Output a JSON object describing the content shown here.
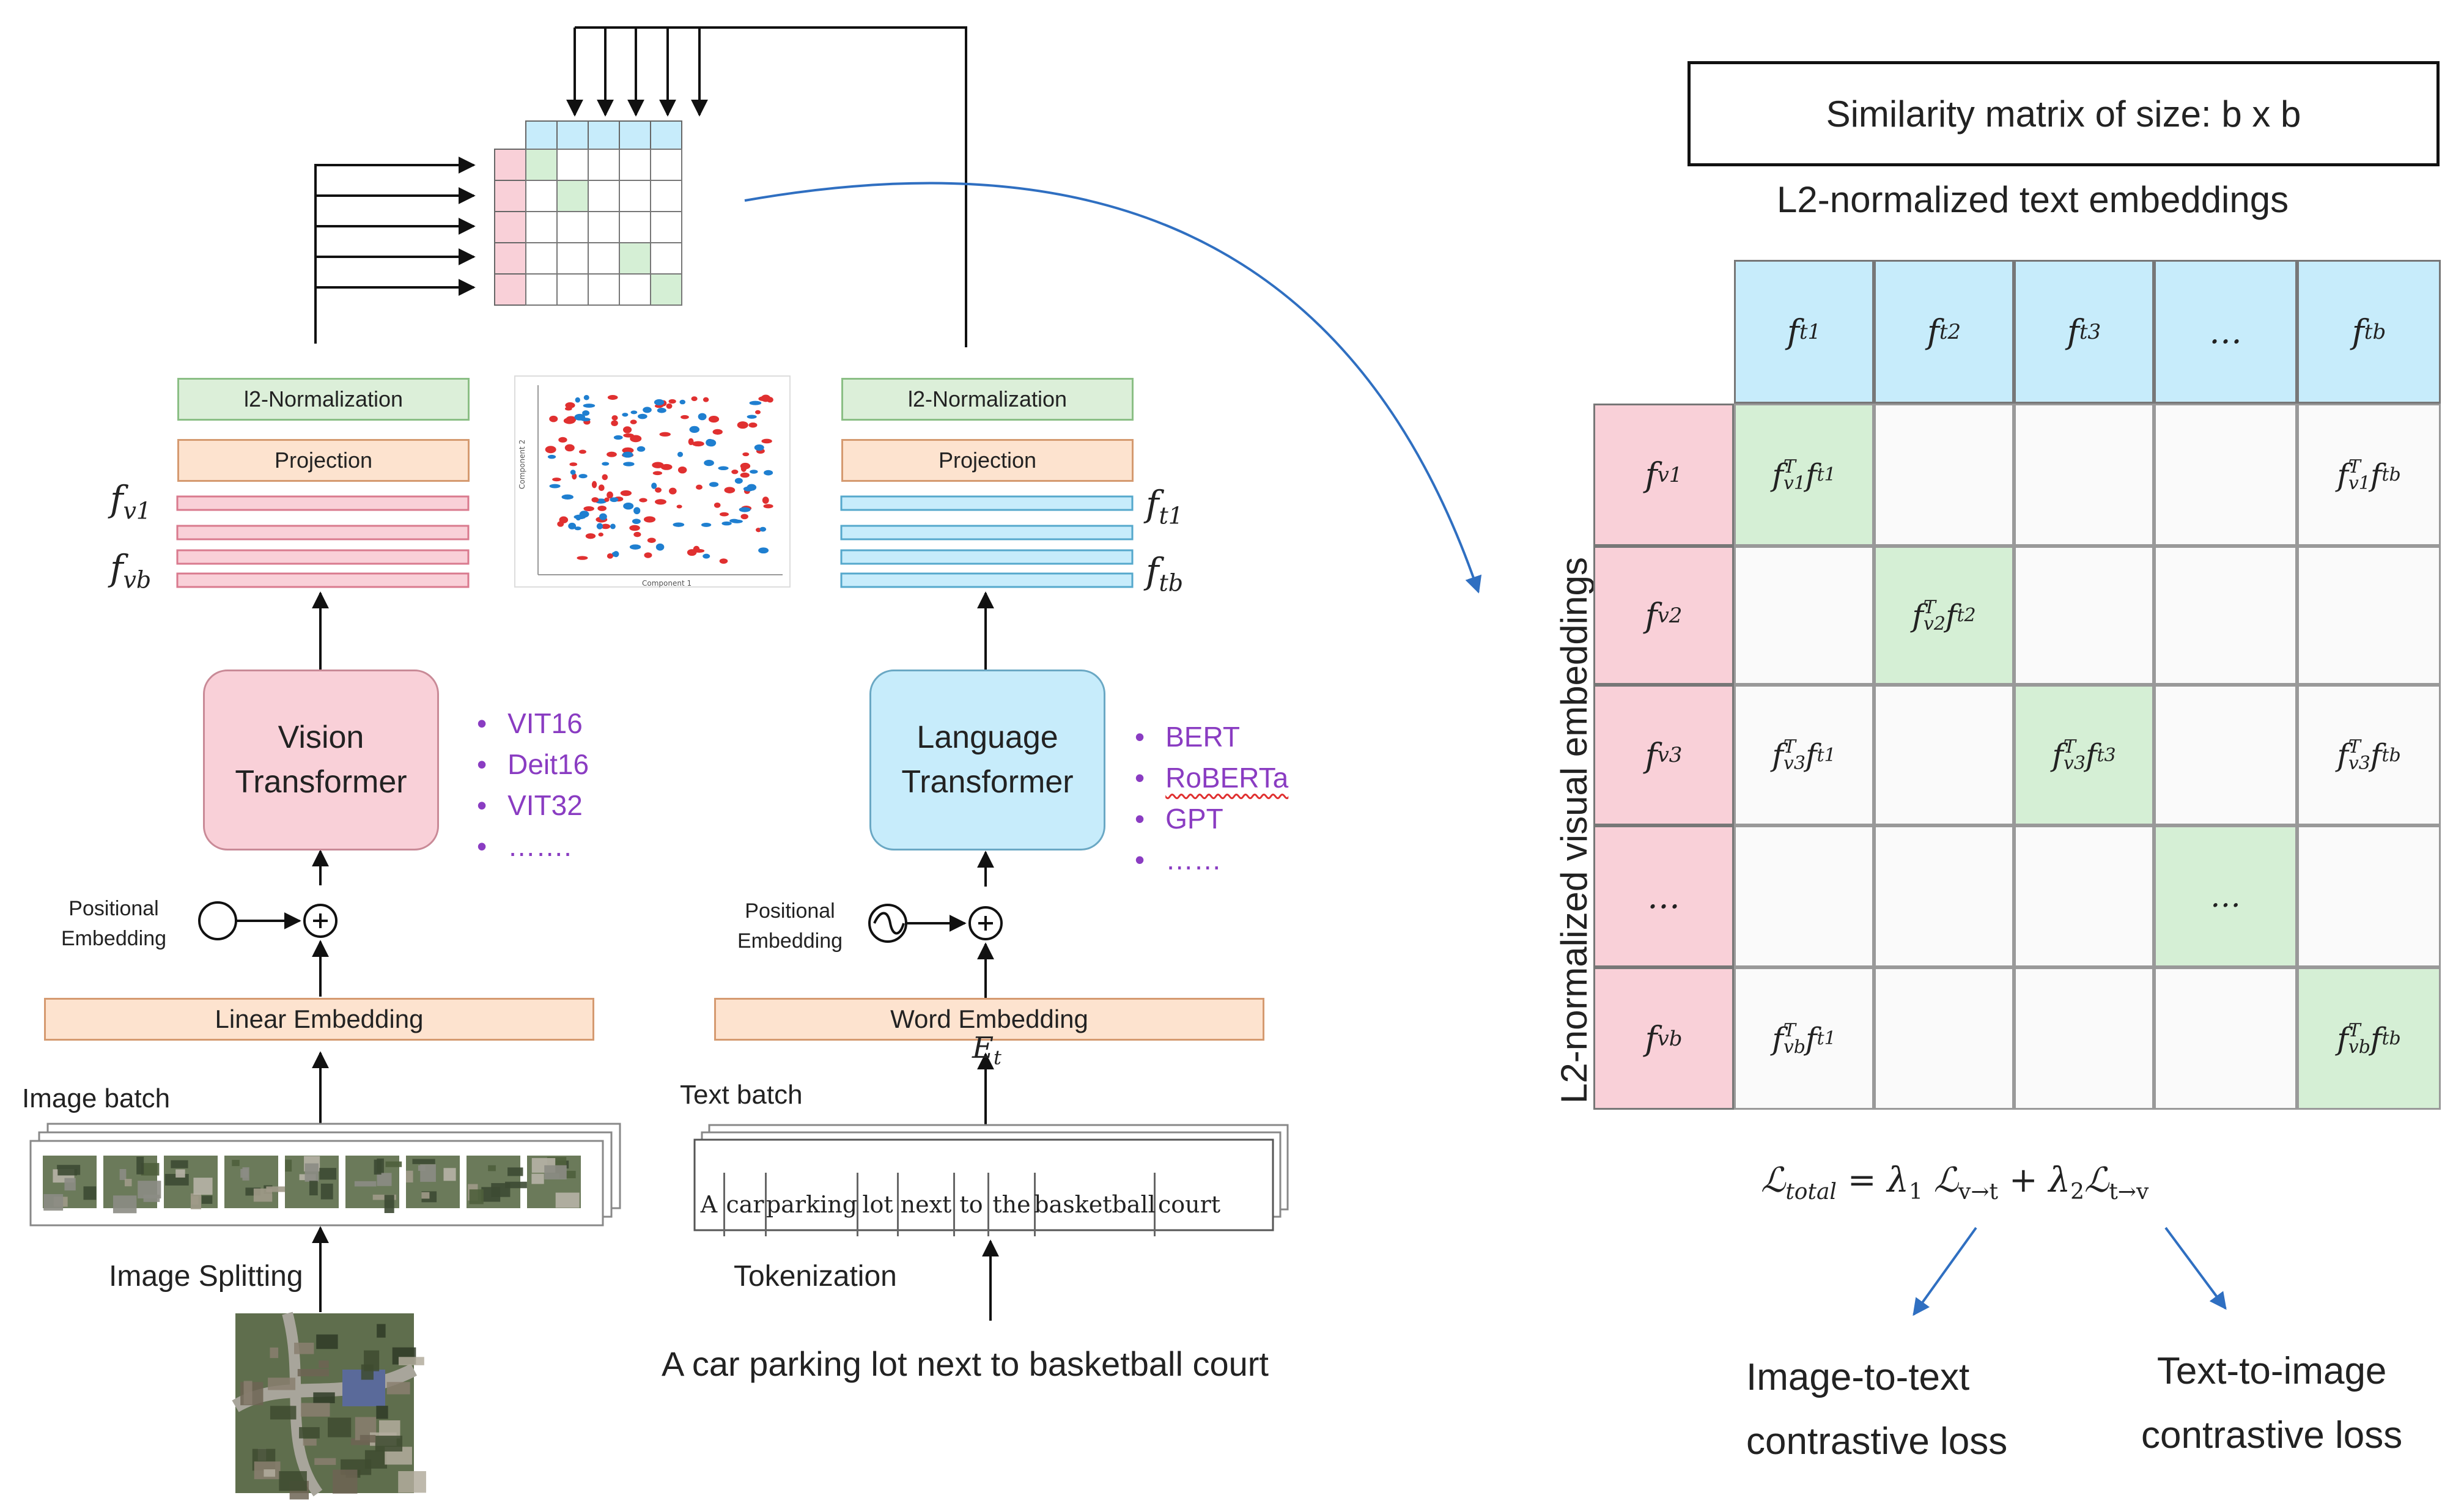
{
  "colors": {
    "pink": "#f9d0d8",
    "blue": "#c7ecfb",
    "green": "#d5efd5",
    "peach": "#fde3cf",
    "norm_green": "#dcefd9",
    "purple": "#8a3cc2",
    "arrow_blue": "#2f6fc1"
  },
  "matrix_title": "Similarity matrix of size: b x b",
  "vision": {
    "block": "Vision\nTransformer",
    "variants": [
      "VIT16",
      "Deit16",
      "VIT32",
      "……."
    ],
    "normalization": "l2-Normalization",
    "projection": "Projection",
    "feat_first": "f",
    "feat_first_sub": "v1",
    "feat_last": "f",
    "feat_last_sub": "vb",
    "positional": "Positional\nEmbedding",
    "linear_embedding": "Linear Embedding",
    "batch_label": "Image batch",
    "splitting": "Image Splitting"
  },
  "language": {
    "block": "Language\nTransformer",
    "variants": [
      "BERT",
      "RoBERTa",
      "GPT",
      "……"
    ],
    "normalization": "l2-Normalization",
    "projection": "Projection",
    "feat_first": "f",
    "feat_first_sub": "t1",
    "feat_last": "f",
    "feat_last_sub": "tb",
    "positional": "Positional\nEmbedding",
    "word_embedding": "Word Embedding",
    "word_embedding_symbol": "E",
    "word_embedding_sub": "t",
    "batch_label": "Text batch",
    "tokens": [
      "A",
      "car",
      "parking",
      "lot",
      "next",
      "to",
      "the",
      "basketball",
      "court"
    ],
    "tokenization": "Tokenization",
    "sentence": "A car parking lot next to basketball court"
  },
  "matrix": {
    "col_title": "L2-normalized text embeddings",
    "row_title": "L2-normalized visual embeddings",
    "col_headers": [
      {
        "base": "f",
        "sub": "t1"
      },
      {
        "base": "f",
        "sub": "t2"
      },
      {
        "base": "f",
        "sub": "t3"
      },
      {
        "base": "…",
        "sub": ""
      },
      {
        "base": "f",
        "sub": "tb"
      }
    ],
    "row_headers": [
      {
        "base": "f",
        "sub": "v1"
      },
      {
        "base": "f",
        "sub": "v2"
      },
      {
        "base": "f",
        "sub": "v3"
      },
      {
        "base": "…",
        "sub": ""
      },
      {
        "base": "f",
        "sub": "vb"
      }
    ],
    "cells": [
      [
        {
          "text": "f_{v1}^{T} f_{t1}",
          "green": true
        },
        {
          "text": "",
          "green": false
        },
        {
          "text": "",
          "green": false
        },
        {
          "text": "",
          "green": false
        },
        {
          "text": "f_{v1}^{T} f_{tb}",
          "green": false
        }
      ],
      [
        {
          "text": "",
          "green": false
        },
        {
          "text": "f_{v2}^{T} f_{t2}",
          "green": true
        },
        {
          "text": "",
          "green": false
        },
        {
          "text": "",
          "green": false
        },
        {
          "text": "",
          "green": false
        }
      ],
      [
        {
          "text": "f_{v3}^{T} f_{t1}",
          "green": false
        },
        {
          "text": "",
          "green": false
        },
        {
          "text": "f_{v3}^{T} f_{t3}",
          "green": true
        },
        {
          "text": "",
          "green": false
        },
        {
          "text": "f_{v3}^{T} f_{tb}",
          "green": false
        }
      ],
      [
        {
          "text": "",
          "green": false
        },
        {
          "text": "",
          "green": false
        },
        {
          "text": "",
          "green": false
        },
        {
          "text": "…",
          "green": true
        },
        {
          "text": "",
          "green": false
        }
      ],
      [
        {
          "text": "f_{vb}^{T} f_{t1}",
          "green": false
        },
        {
          "text": "",
          "green": false
        },
        {
          "text": "",
          "green": false
        },
        {
          "text": "",
          "green": false
        },
        {
          "text": "f_{vb}^{T} f_{tb}",
          "green": true
        }
      ]
    ]
  },
  "loss": {
    "L_total": "total",
    "lambda1": "1",
    "lambda2": "2",
    "sub1": "v→t",
    "sub2": "t→v",
    "img2txt": "Image-to-text\ncontrastive loss",
    "txt2img": "Text-to-image\ncontrastive loss"
  },
  "mini_matrix": {
    "green_diagonal": true
  },
  "scatter_axes": {
    "x": "Component 1",
    "y": "Component 2"
  }
}
